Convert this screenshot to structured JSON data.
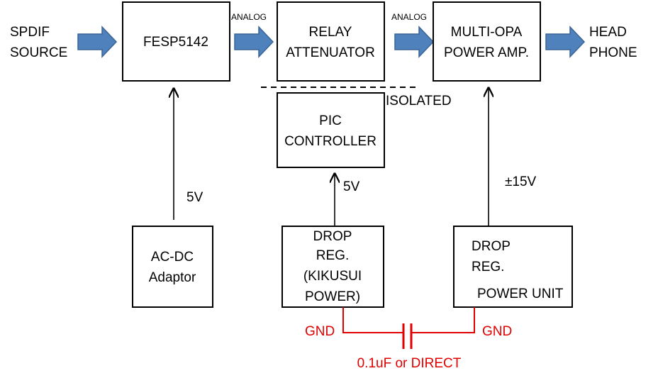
{
  "inputs": {
    "source_line1": "SPDIF",
    "source_line2": "SOURCE"
  },
  "outputs": {
    "out_line1": "HEAD",
    "out_line2": "PHONE"
  },
  "blocks": {
    "fesp": {
      "label": "FESP5142"
    },
    "relay": {
      "line1": "RELAY",
      "line2": "ATTENUATOR"
    },
    "amp": {
      "line1": "MULTI-OPA",
      "line2": "POWER AMP."
    },
    "pic": {
      "line1": "PIC",
      "line2": "CONTROLLER"
    },
    "acdc": {
      "line1": "AC-DC",
      "line2": "Adaptor"
    },
    "drop_kikusui": {
      "line1": "DROP",
      "line2": "REG.",
      "line3": "(KIKUSUI",
      "line4": "POWER)"
    },
    "drop_power_unit": {
      "line1": "DROP",
      "line2": "REG.",
      "line3": "POWER UNIT"
    }
  },
  "signal_labels": {
    "analog_1": "ANALOG",
    "analog_2": "ANALOG"
  },
  "isolation": {
    "label": "ISOLATED"
  },
  "voltages": {
    "fesp_supply": "5V",
    "pic_supply": "5V",
    "amp_supply": "±15V"
  },
  "ground": {
    "left": "GND",
    "right": "GND",
    "coupling": "0.1uF or DIRECT",
    "color": "#e00000"
  },
  "colors": {
    "arrow_fill": "#4f81bd",
    "arrow_stroke": "#3a6496"
  }
}
